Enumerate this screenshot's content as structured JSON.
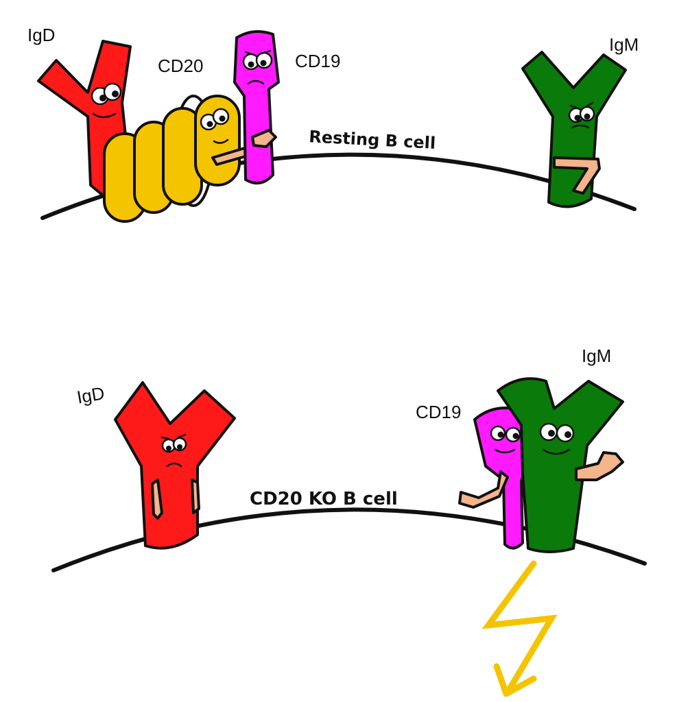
{
  "colors": {
    "igd": "#ff1a1a",
    "igm": "#0a7a0a",
    "cd19": "#ff1aff",
    "cd20": "#f5c400",
    "skin": "#f4b48c",
    "membrane": "#111111",
    "signal": "#f5c400"
  },
  "top_panel": {
    "membrane_label": "Resting B cell",
    "igd_label": "IgD",
    "cd20_label": "CD20",
    "cd19_label": "CD19",
    "igm_label": "IgM"
  },
  "bottom_panel": {
    "membrane_label": "CD20 KO B cell",
    "igd_label": "IgD",
    "cd19_label": "CD19",
    "igm_label": "IgM",
    "signal_icon": "lightning-bolt-icon"
  }
}
